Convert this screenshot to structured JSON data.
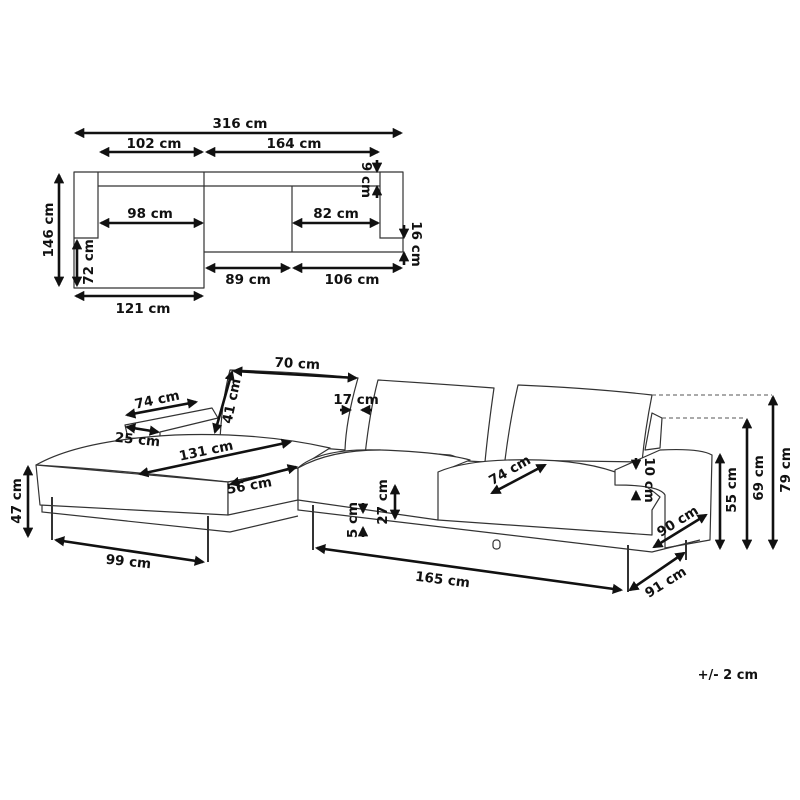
{
  "plan_view": {
    "overall_width": "316 cm",
    "chaise_module_width": "102 cm",
    "sofa_module_width": "164 cm",
    "back_depth": "9 cm",
    "chaise_seat_width": "98 cm",
    "right_seat_width": "82 cm",
    "overall_depth": "146 cm",
    "arm_offset_depth": "16 cm",
    "chaise_extension": "72 cm",
    "middle_seat_width": "89 cm",
    "right_section_width": "106 cm",
    "chaise_width": "121 cm"
  },
  "perspective_view": {
    "cushion_width": "70 cm",
    "cushion_height": "41 cm",
    "cushion_depth": "17 cm",
    "arm_length": "74 cm",
    "arm_width": "25 cm",
    "chaise_length": "131 cm",
    "chaise_seat_depth": "56 cm",
    "seat_height": "47 cm",
    "chaise_leg_span": "99 cm",
    "seat_cushion_height": "27 cm",
    "ground_clearance": "5 cm",
    "leg_span": "165 cm",
    "seat_depth": "74 cm",
    "arm_height": "10 cm",
    "sofa_depth": "90 cm",
    "base_depth": "91 cm",
    "arm_total_height": "55 cm",
    "back_height": "69 cm",
    "total_height": "79 cm"
  },
  "tolerance": "+/- 2 cm"
}
